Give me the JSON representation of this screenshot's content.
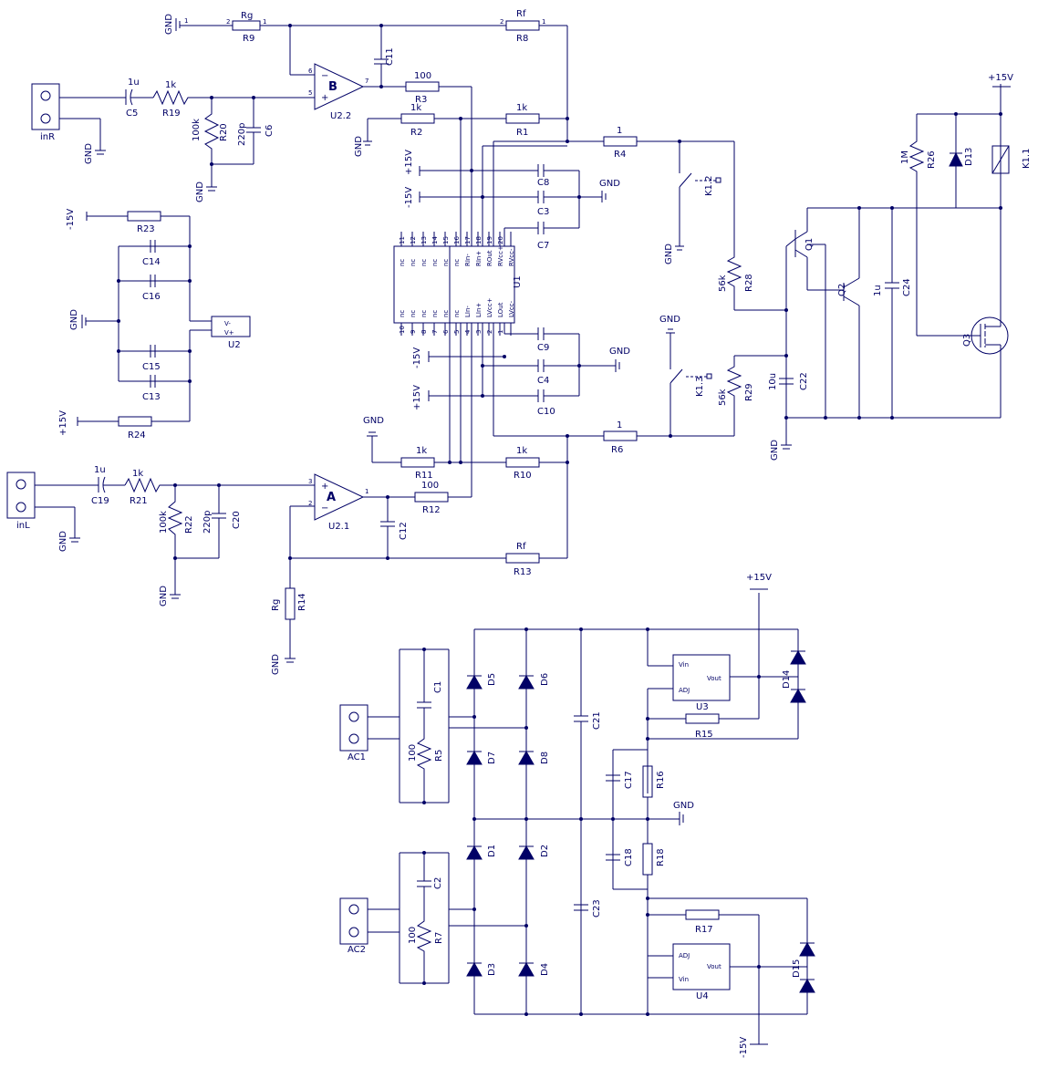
{
  "labels": {
    "gnd": "GND",
    "p15": "+15V",
    "n15": "-15V",
    "inR": "inR",
    "inL": "inL",
    "ac1": "AC1",
    "ac2": "AC2",
    "ampB": "B",
    "ampA": "A",
    "u22": "U2.2",
    "u21": "U2.1",
    "u1": "U1",
    "u2": "U2",
    "u3": "U3",
    "u4": "U4",
    "q1": "Q1",
    "q2": "Q2",
    "q3": "Q3",
    "k11": "K1.1",
    "k12": "K1.2",
    "k13": "K1.3",
    "vin": "Vin",
    "vout": "Vout",
    "adj": "ADJ",
    "vminus": "V-",
    "vplus": "V+"
  },
  "resistors": {
    "R1": {
      "name": "R1",
      "value": "1k"
    },
    "R2": {
      "name": "R2",
      "value": "1k"
    },
    "R3": {
      "name": "R3",
      "value": "100"
    },
    "R4": {
      "name": "R4",
      "value": "1"
    },
    "R5": {
      "name": "R5",
      "value": "100"
    },
    "R6": {
      "name": "R6",
      "value": "1"
    },
    "R7": {
      "name": "R7",
      "value": "100"
    },
    "R8": {
      "name": "R8",
      "value": "Rf"
    },
    "R9": {
      "name": "R9",
      "value": "Rg"
    },
    "R10": {
      "name": "R10",
      "value": "1k"
    },
    "R11": {
      "name": "R11",
      "value": "1k"
    },
    "R12": {
      "name": "R12",
      "value": "100"
    },
    "R13": {
      "name": "R13",
      "value": "Rf"
    },
    "R14": {
      "name": "R14",
      "value": "Rg"
    },
    "R15": {
      "name": "R15",
      "value": ""
    },
    "R16": {
      "name": "R16",
      "value": ""
    },
    "R17": {
      "name": "R17",
      "value": ""
    },
    "R18": {
      "name": "R18",
      "value": ""
    },
    "R19": {
      "name": "R19",
      "value": "1k"
    },
    "R20": {
      "name": "R20",
      "value": "100k"
    },
    "R21": {
      "name": "R21",
      "value": "1k"
    },
    "R22": {
      "name": "R22",
      "value": "100k"
    },
    "R23": {
      "name": "R23",
      "value": ""
    },
    "R24": {
      "name": "R24",
      "value": ""
    },
    "R26": {
      "name": "R26",
      "value": "1M"
    },
    "R28": {
      "name": "R28",
      "value": "56k"
    },
    "R29": {
      "name": "R29",
      "value": "56k"
    }
  },
  "capacitors": {
    "C1": {
      "name": "C1",
      "value": ""
    },
    "C2": {
      "name": "C2",
      "value": ""
    },
    "C3": {
      "name": "C3",
      "value": ""
    },
    "C4": {
      "name": "C4",
      "value": ""
    },
    "C5": {
      "name": "C5",
      "value": "1u"
    },
    "C6": {
      "name": "C6",
      "value": "220p"
    },
    "C7": {
      "name": "C7",
      "value": ""
    },
    "C8": {
      "name": "C8",
      "value": ""
    },
    "C9": {
      "name": "C9",
      "value": ""
    },
    "C10": {
      "name": "C10",
      "value": ""
    },
    "C11": {
      "name": "C11",
      "value": ""
    },
    "C12": {
      "name": "C12",
      "value": ""
    },
    "C13": {
      "name": "C13",
      "value": ""
    },
    "C14": {
      "name": "C14",
      "value": ""
    },
    "C15": {
      "name": "C15",
      "value": ""
    },
    "C16": {
      "name": "C16",
      "value": ""
    },
    "C17": {
      "name": "C17",
      "value": ""
    },
    "C18": {
      "name": "C18",
      "value": ""
    },
    "C19": {
      "name": "C19",
      "value": "1u"
    },
    "C20": {
      "name": "C20",
      "value": "220p"
    },
    "C21": {
      "name": "C21",
      "value": ""
    },
    "C22": {
      "name": "C22",
      "value": "10u"
    },
    "C23": {
      "name": "C23",
      "value": ""
    },
    "C24": {
      "name": "C24",
      "value": "1u"
    }
  },
  "diodes": [
    "D1",
    "D2",
    "D3",
    "D4",
    "D5",
    "D6",
    "D7",
    "D8",
    "D13",
    "D14",
    "D15"
  ],
  "u1_pins_top": [
    "nc",
    "nc",
    "nc",
    "nc",
    "nc",
    "nc",
    "RIn-",
    "RIn+",
    "ROut",
    "RVcc+",
    "RVcc-"
  ],
  "u1_pins_bottom": [
    "nc",
    "nc",
    "nc",
    "nc",
    "nc",
    "nc",
    "LIn-",
    "LIn+",
    "LVcc+",
    "LOut",
    "LVcc-"
  ],
  "u1_pinnums_top": [
    "11",
    "12",
    "13",
    "14",
    "15",
    "16",
    "17",
    "18",
    "19",
    "20"
  ],
  "u1_pinnums_bottom": [
    "10",
    "9",
    "8",
    "7",
    "6",
    "5",
    "4",
    "3",
    "2",
    "1"
  ]
}
